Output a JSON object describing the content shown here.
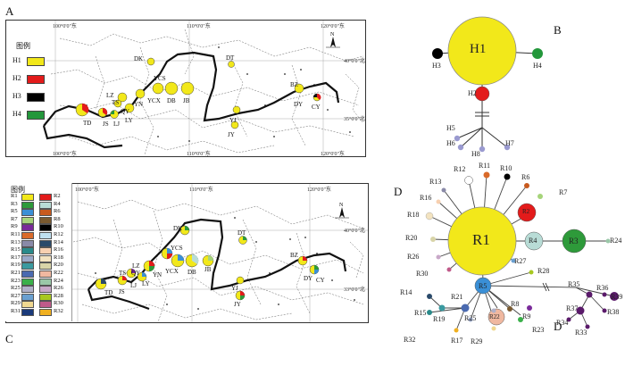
{
  "panels": {
    "A": "A",
    "B": "B",
    "C": "C",
    "D_top": "D",
    "D_bottom": "D"
  },
  "map_coords": {
    "A_top": [
      "100°0'0\"东",
      "110°0'0\"东",
      "120°0'0\"东"
    ],
    "A_bottom": [
      "100°0'0\"东",
      "110°0'0\"东",
      "120°0'0\"东"
    ],
    "A_right": [
      "40°0'0\"北",
      "35°0'0\"北"
    ],
    "C_top": [
      "100°0'0\"东",
      "110°0'0\"东",
      "120°0'0\"东"
    ],
    "C_right": [
      "40°0'0\"北",
      "33°0'0\"北"
    ]
  },
  "legendA": {
    "title": "图例",
    "items": [
      {
        "label": "H1",
        "color": "#f2e81a"
      },
      {
        "label": "H2",
        "color": "#e31b1b"
      },
      {
        "label": "H3",
        "color": "#000000"
      },
      {
        "label": "H4",
        "color": "#23973b"
      }
    ]
  },
  "legendC": {
    "title": "图例",
    "items": [
      {
        "label": "R1",
        "color": "#f2e81a"
      },
      {
        "label": "R2",
        "color": "#e31b1b"
      },
      {
        "label": "R3",
        "color": "#2e9a3a"
      },
      {
        "label": "R4",
        "color": "#b8dcd6"
      },
      {
        "label": "R5",
        "color": "#3a8fd6"
      },
      {
        "label": "R6",
        "color": "#c85a1e"
      },
      {
        "label": "R7",
        "color": "#a6d47a"
      },
      {
        "label": "R8",
        "color": "#7a5a30"
      },
      {
        "label": "R9",
        "color": "#7a2a9a"
      },
      {
        "label": "R10",
        "color": "#000000"
      },
      {
        "label": "R11",
        "color": "#d96a2a"
      },
      {
        "label": "R12",
        "color": "#bfe0f0"
      },
      {
        "label": "R13",
        "color": "#8a8aa8"
      },
      {
        "label": "R14",
        "color": "#2a4a6a"
      },
      {
        "label": "R15",
        "color": "#2a8a8a"
      },
      {
        "label": "R16",
        "color": "#f7d0b0"
      },
      {
        "label": "R17",
        "color": "#9aa8c8"
      },
      {
        "label": "R18",
        "color": "#f3e3c0"
      },
      {
        "label": "R19",
        "color": "#3a9aa0"
      },
      {
        "label": "R20",
        "color": "#d8d4a8"
      },
      {
        "label": "R21",
        "color": "#4a6ab0"
      },
      {
        "label": "R22",
        "color": "#f0b8a0"
      },
      {
        "label": "R23",
        "color": "#3ab04a"
      },
      {
        "label": "R24",
        "color": "#9ac8a8"
      },
      {
        "label": "R25",
        "color": "#b0b0c8"
      },
      {
        "label": "R26",
        "color": "#c8a8c8"
      },
      {
        "label": "R27",
        "color": "#6aa0d0"
      },
      {
        "label": "R28",
        "color": "#a8c820"
      },
      {
        "label": "R29",
        "color": "#f0d890"
      },
      {
        "label": "R30",
        "color": "#c05a8a"
      },
      {
        "label": "R31",
        "color": "#1a3a7a"
      },
      {
        "label": "R32",
        "color": "#f0b020"
      }
    ]
  },
  "sitesA": [
    "DK",
    "DT",
    "YCS",
    "YCX",
    "DB",
    "JB",
    "YN",
    "LZ",
    "TS",
    "JS",
    "LJ",
    "LY",
    "QY",
    "YJ",
    "JY",
    "DY",
    "BZ",
    "CY",
    "TD"
  ],
  "sitesC": [
    "DK",
    "DT",
    "YCS",
    "YCX",
    "DB",
    "JB",
    "YN",
    "LZ",
    "TS",
    "JS",
    "LJ",
    "LY",
    "QY",
    "YJ",
    "JY",
    "DY",
    "BZ",
    "CY",
    "TD"
  ],
  "networkB": {
    "nodes": {
      "H1": "H1",
      "H2": "H2",
      "H3": "H3",
      "H4": "H4",
      "H5": "H5",
      "H6": "H6",
      "H7": "H7",
      "H8": "H8"
    },
    "colors": {
      "H1": "#f2e81a",
      "H2": "#e31b1b",
      "H3": "#000000",
      "H4": "#23973b",
      "minor": "#9a9ad0"
    }
  },
  "networkD": {
    "hub": "R1",
    "labels": [
      "R2",
      "R3",
      "R4",
      "R5",
      "R6",
      "R7",
      "R8",
      "R9",
      "R10",
      "R11",
      "R12",
      "R13",
      "R14",
      "R15",
      "R16",
      "R17",
      "R18",
      "R19",
      "R20",
      "R21",
      "R22",
      "R23",
      "R24",
      "R25",
      "R26",
      "R27",
      "R28",
      "R29",
      "R30",
      "R32",
      "R33",
      "R34",
      "R35",
      "R36",
      "R37",
      "R38",
      "R39"
    ]
  }
}
